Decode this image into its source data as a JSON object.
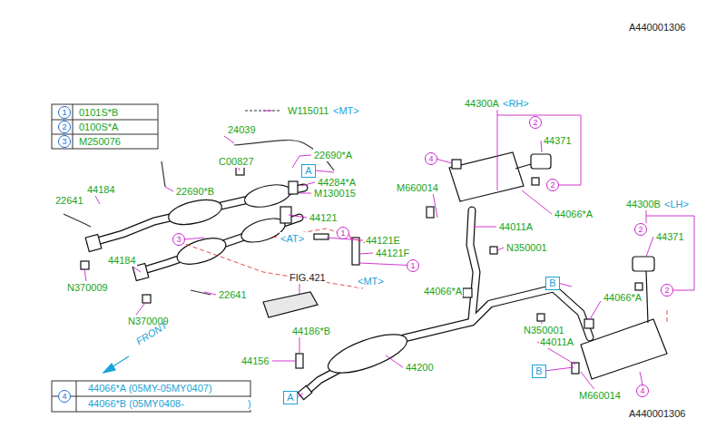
{
  "diagram": {
    "nodes": [
      {
        "text": [
          "1"
        ]
      },
      {
        "text": [
          "2"
        ]
      },
      {
        "text": [
          "3"
        ]
      },
      {
        "text": [
          "2"
        ]
      },
      {
        "text": [
          "4"
        ]
      },
      {
        "text": [
          "A"
        ]
      },
      {
        "text": [
          "2"
        ]
      },
      {
        "text": [
          "1"
        ]
      },
      {
        "text": [
          "2"
        ]
      },
      {
        "text": [
          "3"
        ]
      },
      {
        "text": [
          "1"
        ]
      },
      {
        "text": [
          "B"
        ]
      },
      {
        "text": [
          "2"
        ]
      },
      {
        "text": [
          "B"
        ]
      },
      {
        "text": [
          "4"
        ]
      },
      {
        "text": [
          "4"
        ]
      },
      {
        "text": [
          "A"
        ]
      }
    ],
    "labels": [
      "A440001306",
      "0101S*B",
      "W115011",
      "<MT>",
      "44300A",
      "<RH>",
      "0100S*A",
      "24039",
      "44371",
      "M250076",
      "22690*A",
      "C00827",
      "44284*A",
      "M660014",
      "22690*B",
      "44184",
      "M130015",
      "22641",
      "44300B",
      "<LH>",
      "44066*A",
      "44121",
      "44011A",
      "44371",
      "<AT>",
      "44121E",
      "N350001",
      "44121F",
      "44184",
      "FIG.421",
      "<MT>",
      "N370009",
      "44066*A",
      "22641",
      "44066*A",
      "N370009",
      "N350001",
      "44186*B",
      "44011A",
      "FRONT",
      "44156",
      "44200",
      "44066*A (05MY-05MY0407)",
      "M660014",
      "44066*B (05MY0408-",
      ")",
      "A440001306"
    ]
  }
}
